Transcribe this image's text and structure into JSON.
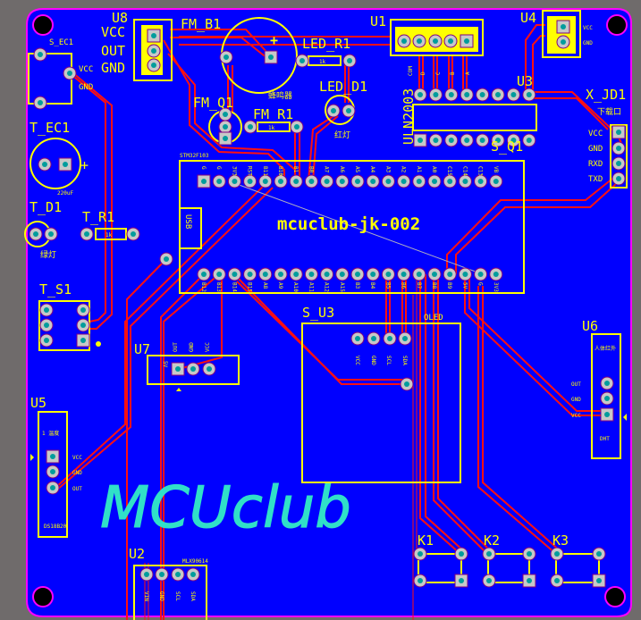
{
  "watermark": "MCUclub",
  "board_title": "mcuclub-jk-002",
  "module": {
    "label": "STM32F103",
    "usb": "USB",
    "top_pins": [
      "G",
      "G",
      "3V3",
      "RST",
      "B11",
      "B10",
      "B1",
      "B0",
      "A7",
      "A6",
      "A5",
      "A4",
      "A3",
      "A2",
      "A1",
      "A0",
      "C15",
      "C14",
      "C13",
      "VB"
    ],
    "bottom_pins": [
      "B12",
      "B13",
      "B14",
      "B15",
      "A8",
      "A9",
      "A10",
      "A11",
      "A12",
      "A15",
      "B3",
      "B4",
      "B5",
      "B6",
      "B7",
      "B8",
      "B9",
      "5V",
      "G",
      "3V3"
    ]
  },
  "components": {
    "u8": {
      "ref": "U8",
      "pins": [
        "VCC",
        "OUT",
        "GND"
      ]
    },
    "s_ec1": {
      "ref": "S_EC1",
      "pins": [
        "VCC",
        "GND"
      ]
    },
    "fm_b1": {
      "ref": "FM_B1",
      "note": "蜂鸣器"
    },
    "led_r1": {
      "ref": "LED_R1",
      "value": "1k"
    },
    "led_d1": {
      "ref": "LED_D1",
      "note": "红灯"
    },
    "fm_q1": {
      "ref": "FM_Q1"
    },
    "fm_r1": {
      "ref": "FM_R1",
      "value": "1k"
    },
    "u1": {
      "ref": "U1",
      "pins": [
        "COM",
        "D",
        "C",
        "B",
        "A"
      ]
    },
    "u4": {
      "ref": "U4",
      "pins": [
        "VCC",
        "GND"
      ]
    },
    "u3": {
      "ref": "U3",
      "part": "ULN2003"
    },
    "s_q1": {
      "ref": "S_Q1"
    },
    "x_jd1": {
      "ref": "X_JD1",
      "note": "下载口",
      "pins": [
        "VCC",
        "GND",
        "RXD",
        "TXD"
      ]
    },
    "t_ec1": {
      "ref": "T_EC1",
      "value": "220uF"
    },
    "t_d1": {
      "ref": "T_D1",
      "note": "绿灯"
    },
    "t_r1": {
      "ref": "T_R1",
      "value": "1k"
    },
    "t_s1": {
      "ref": "T_S1"
    },
    "u7": {
      "ref": "U7",
      "pins": [
        "OUT",
        "GND",
        "VCC"
      ],
      "side": "5V"
    },
    "s_u3": {
      "ref": "S_U3",
      "part": "OLED",
      "pins": [
        "VCC",
        "GND",
        "SCL",
        "SDA"
      ]
    },
    "u6": {
      "ref": "U6",
      "note": "人体红外",
      "pins": [
        "OUT",
        "GND",
        "VCC"
      ],
      "part": "DHT"
    },
    "u5": {
      "ref": "U5",
      "note": "1 温度",
      "pins": [
        "VCC",
        "GND",
        "OUT"
      ],
      "part": "DS18B20"
    },
    "u2": {
      "ref": "U2",
      "part": "MLX90614",
      "pins": [
        "VIN",
        "GND",
        "SCL",
        "SDA"
      ]
    },
    "k1": {
      "ref": "K1"
    },
    "k2": {
      "ref": "K2"
    },
    "k3": {
      "ref": "K3"
    }
  }
}
